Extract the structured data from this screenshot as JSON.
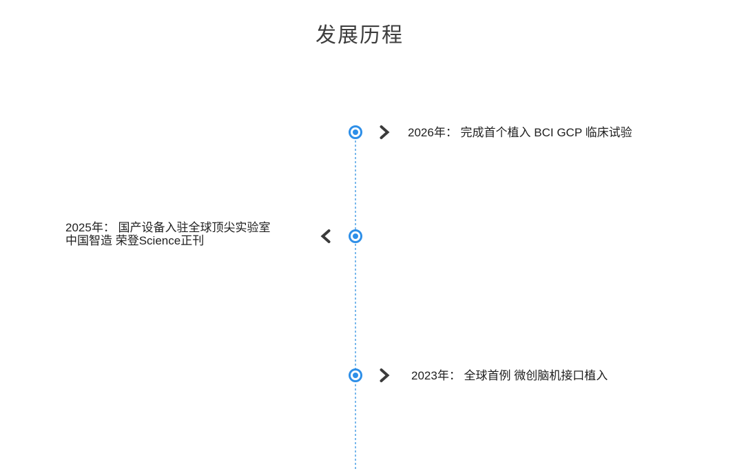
{
  "page": {
    "title": "发展历程",
    "background_color": "#ffffff"
  },
  "timeline": {
    "accent_color": "#2e8fe8",
    "dashed_line_color": "#79b8ec",
    "chevron_color": "#3b3b3b",
    "items": [
      {
        "year": "2026",
        "side": "right",
        "text": "2026年： 完成首个植入 BCI GCP 临床试验"
      },
      {
        "year": "2025",
        "side": "left",
        "line1": "2025年： 国产设备入驻全球顶尖实验室",
        "line2": "中国智造 荣登Science正刊"
      },
      {
        "year": "2023",
        "side": "right",
        "text": "2023年： 全球首例 微创脑机接口植入"
      }
    ]
  }
}
